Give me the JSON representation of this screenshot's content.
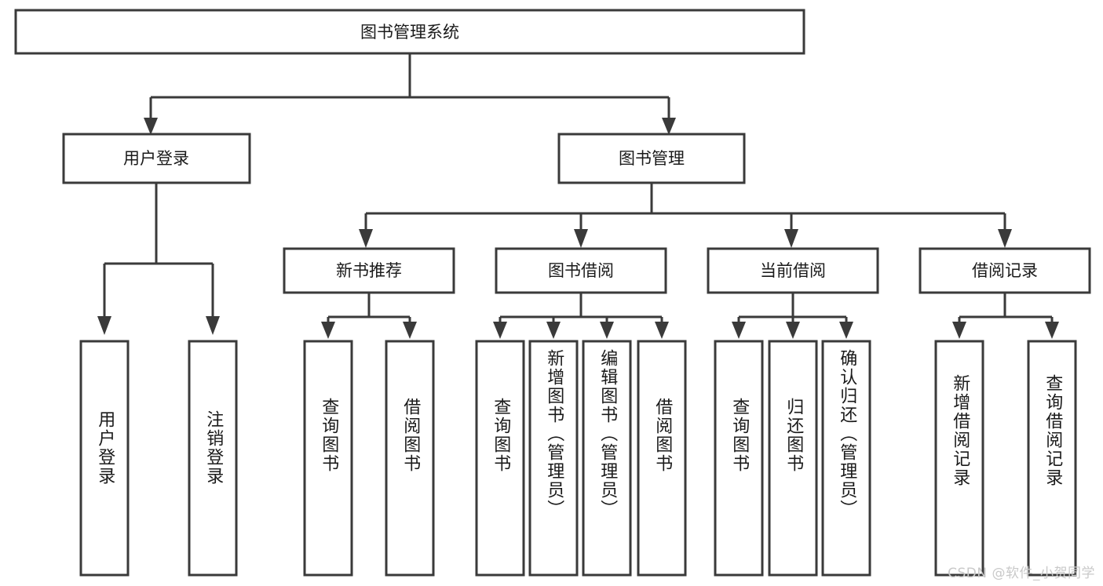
{
  "diagram": {
    "type": "tree",
    "title": "图书管理系统",
    "root": {
      "label": "图书管理系统",
      "level": 0
    },
    "level1": [
      {
        "label": "用户登录"
      },
      {
        "label": "图书管理"
      }
    ],
    "level2": [
      {
        "label": "新书推荐",
        "parent": "图书管理"
      },
      {
        "label": "图书借阅",
        "parent": "图书管理"
      },
      {
        "label": "当前借阅",
        "parent": "图书管理"
      },
      {
        "label": "借阅记录",
        "parent": "图书管理"
      }
    ],
    "leaves": [
      {
        "label": "用户登录",
        "parent": "用户登录"
      },
      {
        "label": "注销登录",
        "parent": "用户登录"
      },
      {
        "label": "查询图书",
        "parent": "新书推荐"
      },
      {
        "label": "借阅图书",
        "parent": "新书推荐"
      },
      {
        "label": "查询图书",
        "parent": "图书借阅"
      },
      {
        "label": "新增图书（管理员）",
        "parent": "图书借阅"
      },
      {
        "label": "编辑图书（管理员）",
        "parent": "图书借阅"
      },
      {
        "label": "借阅图书",
        "parent": "图书借阅"
      },
      {
        "label": "查询图书",
        "parent": "当前借阅"
      },
      {
        "label": "归还图书",
        "parent": "当前借阅"
      },
      {
        "label": "确认归还（管理员）",
        "parent": "当前借阅"
      },
      {
        "label": "新增借阅记录",
        "parent": "借阅记录"
      },
      {
        "label": "查询借阅记录",
        "parent": "借阅记录"
      }
    ],
    "watermark": "CSDN @软件_小贺同学",
    "colors": {
      "stroke": "#3a3a3a",
      "fill": "#ffffff",
      "text": "#1a1a1a",
      "watermark": "#c9c9c9",
      "background": "#ffffff"
    }
  }
}
